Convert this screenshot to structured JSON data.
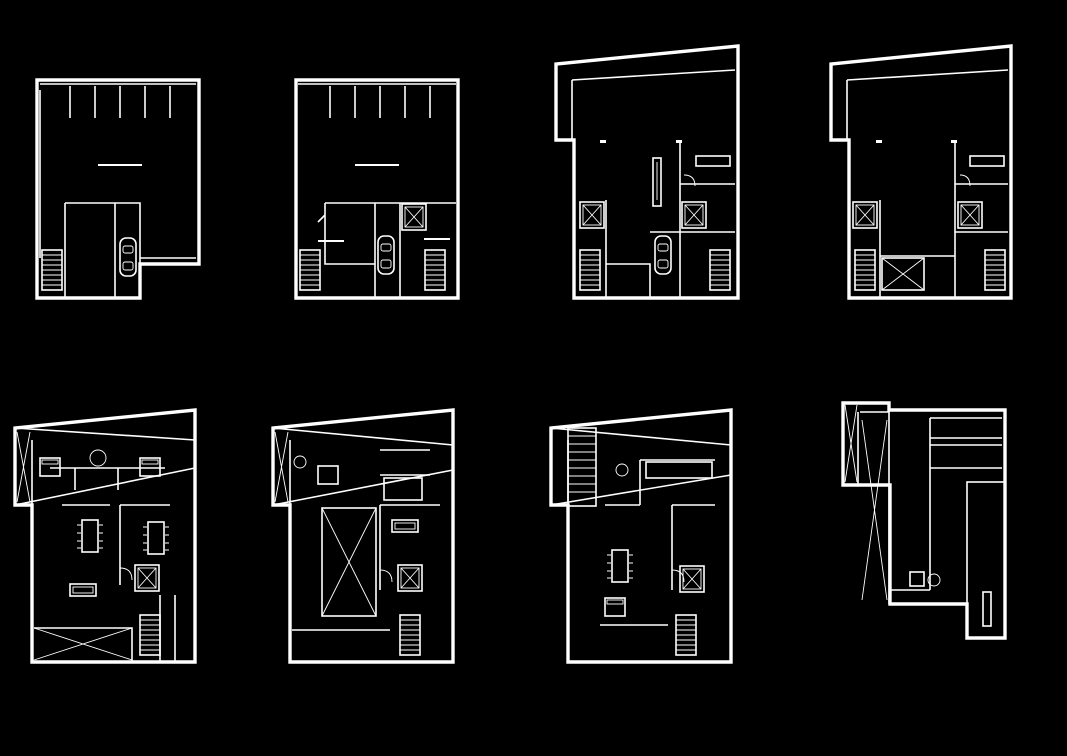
{
  "drawing": {
    "background": "#000000",
    "line_color": "#ffffff",
    "plans": [
      {
        "row": 1,
        "col": 1,
        "kind": "parking-level"
      },
      {
        "row": 1,
        "col": 2,
        "kind": "parking-level"
      },
      {
        "row": 1,
        "col": 3,
        "kind": "ground-level"
      },
      {
        "row": 1,
        "col": 4,
        "kind": "ground-level"
      },
      {
        "row": 2,
        "col": 1,
        "kind": "apartment-level"
      },
      {
        "row": 2,
        "col": 2,
        "kind": "apartment-level"
      },
      {
        "row": 2,
        "col": 3,
        "kind": "apartment-level"
      },
      {
        "row": 2,
        "col": 4,
        "kind": "roof-level"
      }
    ]
  }
}
